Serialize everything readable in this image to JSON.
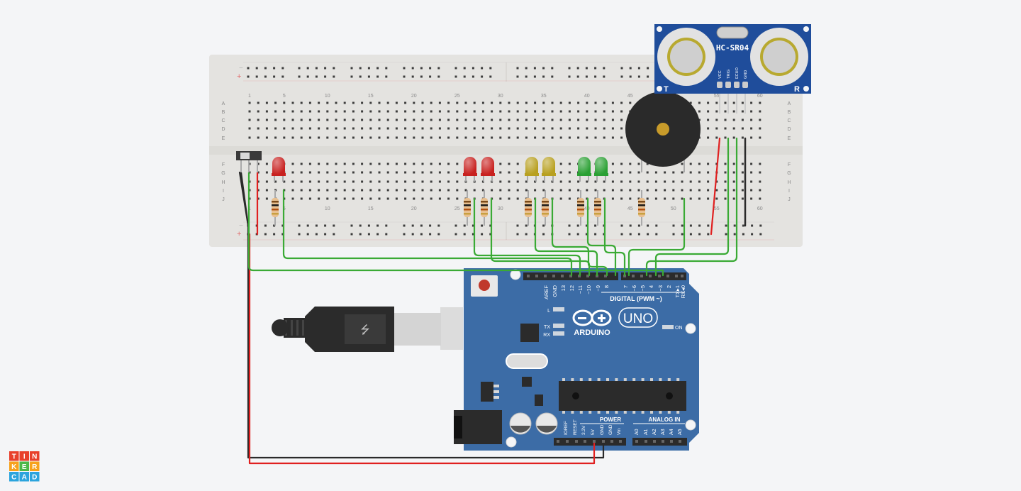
{
  "breadboard": {
    "column_numbers": [
      "1",
      "5",
      "10",
      "15",
      "20",
      "25",
      "30",
      "35",
      "40",
      "45",
      "50",
      "55",
      "60"
    ],
    "row_letters_top": [
      "A",
      "B",
      "C",
      "D",
      "E"
    ],
    "row_letters_bottom": [
      "F",
      "G",
      "H",
      "I",
      "J"
    ],
    "rail_minus": "−",
    "rail_plus": "+"
  },
  "sensor": {
    "model": "HC-SR04",
    "pins": [
      "VCC",
      "TRIG",
      "ECHO",
      "GND"
    ],
    "left_mark": "T",
    "right_mark": "R"
  },
  "arduino": {
    "digital_pins": [
      "AREF",
      "GND",
      "13",
      "12",
      "~11",
      "~10",
      "~9",
      "8",
      "7",
      "~6",
      "~5",
      "4",
      "~3",
      "2",
      "TX▸1",
      "RX◂0"
    ],
    "digital_label": "DIGITAL (PWM ~)",
    "brand": "ARDUINO",
    "model": "UNO",
    "led_l": "L",
    "led_tx": "TX",
    "led_rx": "RX",
    "on_label": "ON",
    "power_label": "POWER",
    "analog_label": "ANALOG IN",
    "power_pins": [
      "IOREF",
      "RESET",
      "3.3V",
      "5V",
      "GND",
      "GND",
      "Vin"
    ],
    "analog_pins": [
      "A0",
      "A1",
      "A2",
      "A3",
      "A4",
      "A5"
    ]
  },
  "logo": {
    "letters": [
      "T",
      "I",
      "N",
      "K",
      "E",
      "R",
      "C",
      "A",
      "D"
    ]
  },
  "colors": {
    "background": "#f4f5f7",
    "breadboard": "#e4e3e0",
    "arduino": "#3c6ca6",
    "sensor": "#1f4d9b",
    "wire_green": "#3aaa35",
    "wire_red": "#e02020",
    "wire_black": "#2a2a2a",
    "led_red": "#c8211f",
    "led_yellow": "#b8a020",
    "led_green": "#2aa033"
  }
}
